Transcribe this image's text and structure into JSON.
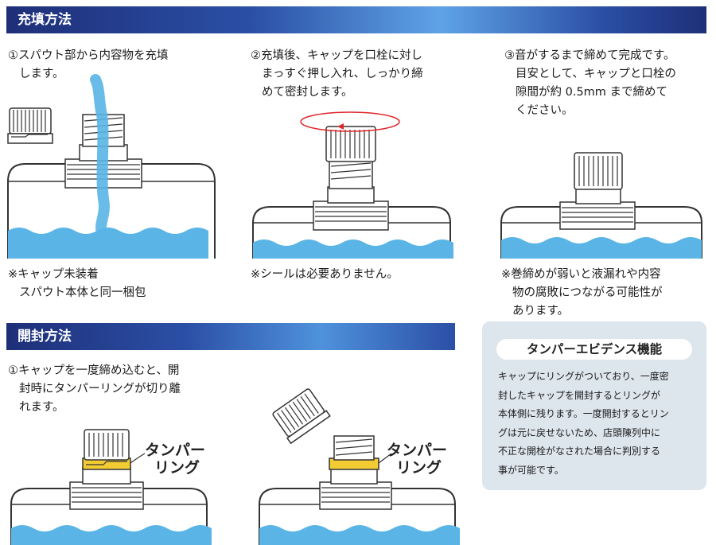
{
  "filling": {
    "heading": "充填方法",
    "steps": [
      {
        "lines": [
          "①スパウト部から内容物を充填",
          "します。"
        ]
      },
      {
        "lines": [
          "②充填後、キャップを口栓に対し",
          "まっすぐ押し入れ、しっかり締",
          "めて密封します。"
        ]
      },
      {
        "lines": [
          "③音がするまで締めて完成です。",
          "目安として、キャップと口栓の",
          "隙間が約 0.5mm まで締めて",
          "ください。"
        ]
      }
    ],
    "notes": [
      {
        "lines": [
          "※キャップ未装着",
          "スパウト本体と同一梱包"
        ]
      },
      {
        "lines": [
          "※シールは必要ありません。"
        ]
      },
      {
        "lines": [
          "※巻締めが弱いと液漏れや内容",
          "物の腐敗につながる可能性が",
          "あります。"
        ]
      }
    ]
  },
  "opening": {
    "heading": "開封方法",
    "step": {
      "lines": [
        "①キャップを一度締め込むと、開",
        "封時にタンパーリングが切り離",
        "れます。"
      ]
    },
    "ring_label": [
      "タンパー",
      "リング"
    ]
  },
  "evidence": {
    "title": "タンパーエビデンス機能",
    "lines": [
      "キャップにリングがついており、一度密",
      "封したキャップを開封するとリングが",
      "本体側に残ります。一度開封するとリン",
      "グは元に戻せないため、店頭陳列中に",
      "不正な開栓がなされた場合に判別する",
      "事が可能です。"
    ]
  },
  "colors": {
    "banner": "#1e2f78",
    "liquid": "#5ab5e6",
    "ring": "#f3cc33",
    "arrow": "#e0262b",
    "panel": "#dde5ed"
  }
}
